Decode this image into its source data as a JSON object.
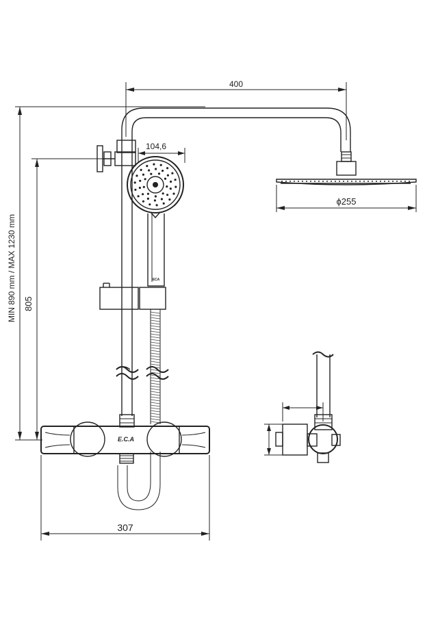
{
  "dimensions": {
    "shower_arm_reach": "400",
    "hand_shower_offset": "104,6",
    "head_diameter": "ϕ255",
    "height_range": "MIN 890 mm / MAX 1230 mm",
    "rail_height": "805",
    "mixer_width": "307"
  },
  "logos": {
    "mixer_brand": "E.C.A",
    "hand_shower_brand": "ECA"
  }
}
